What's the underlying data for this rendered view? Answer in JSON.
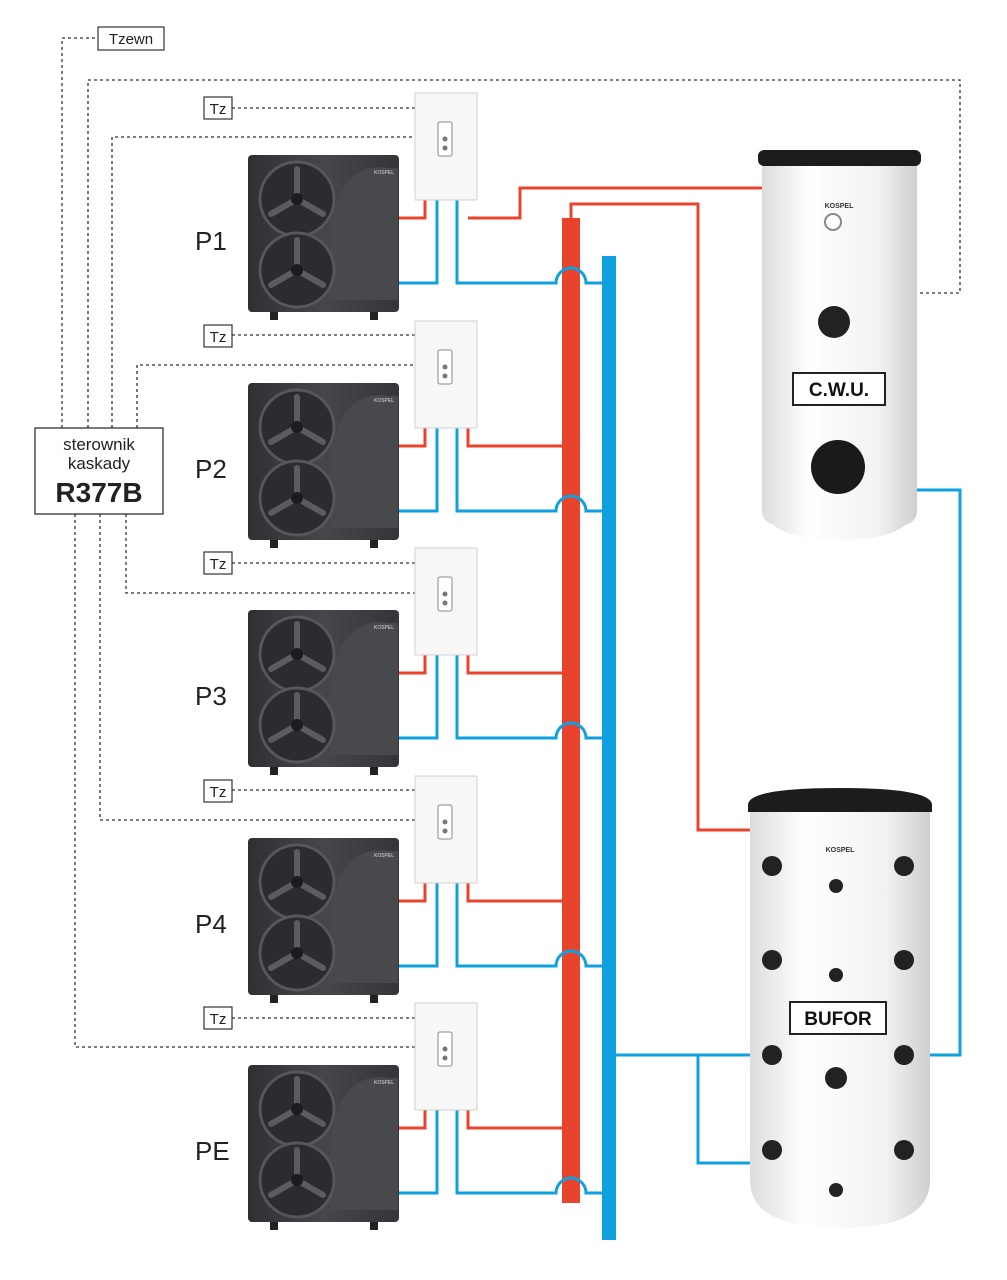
{
  "labels": {
    "outdoor_sensor": "Tzewn",
    "zone_sensor": "Tz",
    "controller_line1": "sterownik",
    "controller_line2": "kaskady",
    "controller_model": "R377B",
    "dhw_tank": "C.W.U.",
    "buffer_tank": "BUFOR",
    "brand": "KOSPEL"
  },
  "units": [
    {
      "name": "P1"
    },
    {
      "name": "P2"
    },
    {
      "name": "P3"
    },
    {
      "name": "P4"
    },
    {
      "name": "PE"
    }
  ],
  "colors": {
    "supply": "#e8432d",
    "return": "#0fa0e0",
    "signal": "#333333",
    "unit_body": "#3b3d40",
    "fan": "#2a2c2f",
    "tank_body": "#f4f4f4",
    "tank_cap": "#1c1c1c"
  }
}
